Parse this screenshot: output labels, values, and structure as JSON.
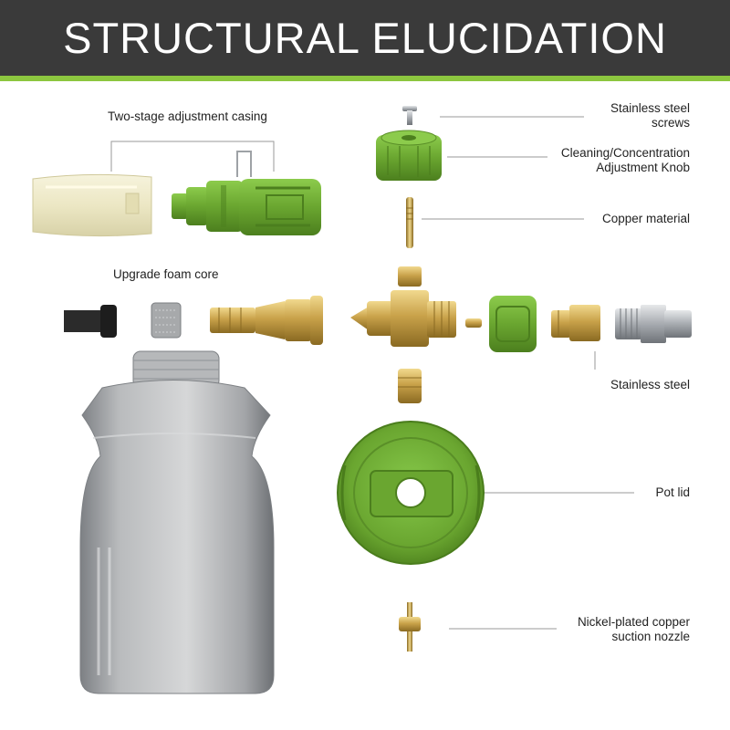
{
  "header": {
    "title": "STRUCTURAL ELUCIDATION"
  },
  "labels": {
    "casing": "Two-stage adjustment casing",
    "foam_core": "Upgrade foam core",
    "screws": [
      "Stainless steel",
      "screws"
    ],
    "knob": [
      "Cleaning/Concentration",
      "Adjustment Knob"
    ],
    "copper": "Copper material",
    "stainless": "Stainless steel",
    "pot_lid": "Pot lid",
    "nozzle": [
      "Nickel-plated copper",
      "suction nozzle"
    ]
  },
  "colors": {
    "header_bg": "#3a3a3a",
    "accent_green": "#8cc63f",
    "part_green": "#6aa630",
    "brass": "#c9a24a",
    "steel": "#b8bcc0",
    "bottle": "#a9abad"
  }
}
